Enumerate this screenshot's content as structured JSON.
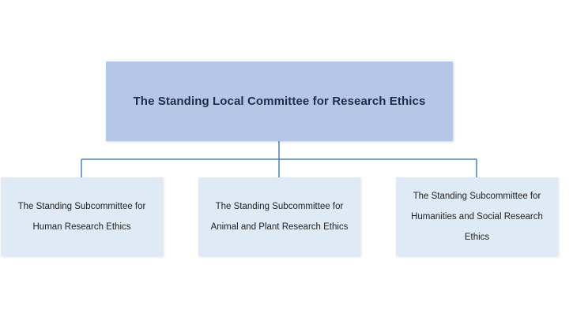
{
  "root": {
    "label": "The Standing Local Committee for Research Ethics"
  },
  "children": [
    {
      "label": "The Standing Subcommittee for Human Research Ethics"
    },
    {
      "label": "The Standing Subcommittee for Animal and Plant Research Ethics"
    },
    {
      "label": "The Standing Subcommittee for Humanities and Social Research Ethics"
    }
  ],
  "colors": {
    "root_fill": "#b4c7e7",
    "child_fill": "#deebf7",
    "connector": "#4f81bd"
  }
}
